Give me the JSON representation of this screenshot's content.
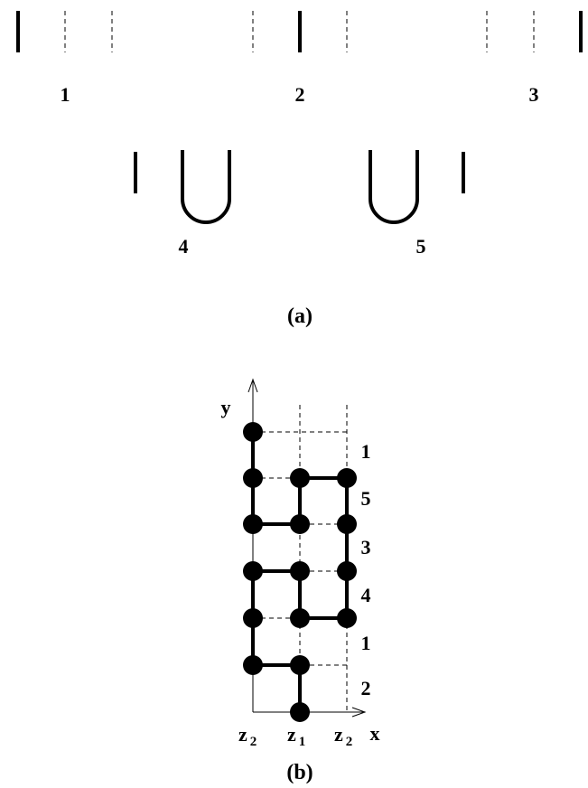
{
  "panel_a": {
    "caption": "(a)",
    "tile_labels": [
      "1",
      "2",
      "3",
      "4",
      "5"
    ]
  },
  "panel_b": {
    "caption": "(b)",
    "y_axis_label": "y",
    "x_axis_label": "x",
    "x_tick_labels": [
      {
        "base": "z",
        "sub": "2"
      },
      {
        "base": "z",
        "sub": "1"
      },
      {
        "base": "z",
        "sub": "2"
      }
    ],
    "row_labels": [
      "1",
      "5",
      "3",
      "4",
      "1",
      "2"
    ]
  }
}
